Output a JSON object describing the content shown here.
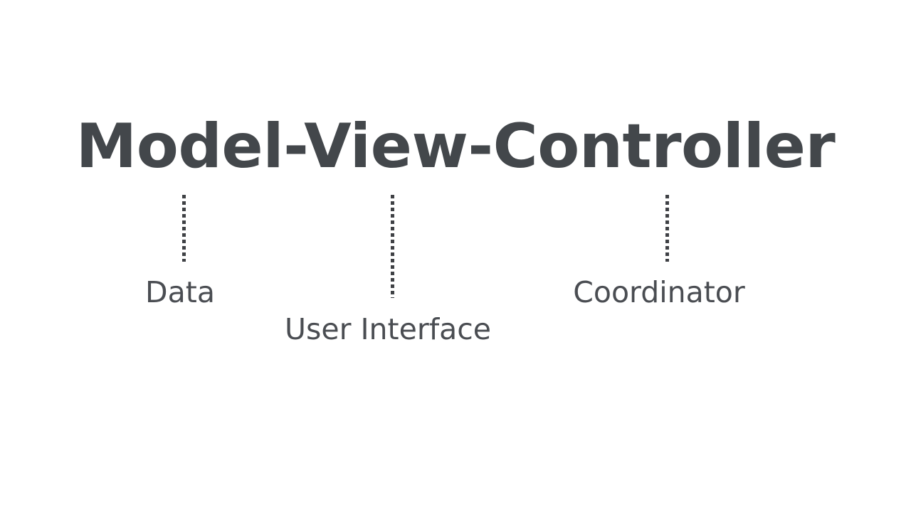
{
  "background_color": "#ffffff",
  "title": {
    "text": "Model-View-Controller",
    "color": "#43474b"
  },
  "connectors": [
    {
      "name": "model-connector",
      "style": "dotted-vertical",
      "color": "#3f4145"
    },
    {
      "name": "view-connector",
      "style": "dotted-vertical",
      "color": "#3f4145"
    },
    {
      "name": "controller-connector",
      "style": "dotted-vertical",
      "color": "#3f4145"
    }
  ],
  "labels": {
    "model": "Data",
    "view": "User Interface",
    "controller": "Coordinator",
    "color": "#4a4d52"
  }
}
